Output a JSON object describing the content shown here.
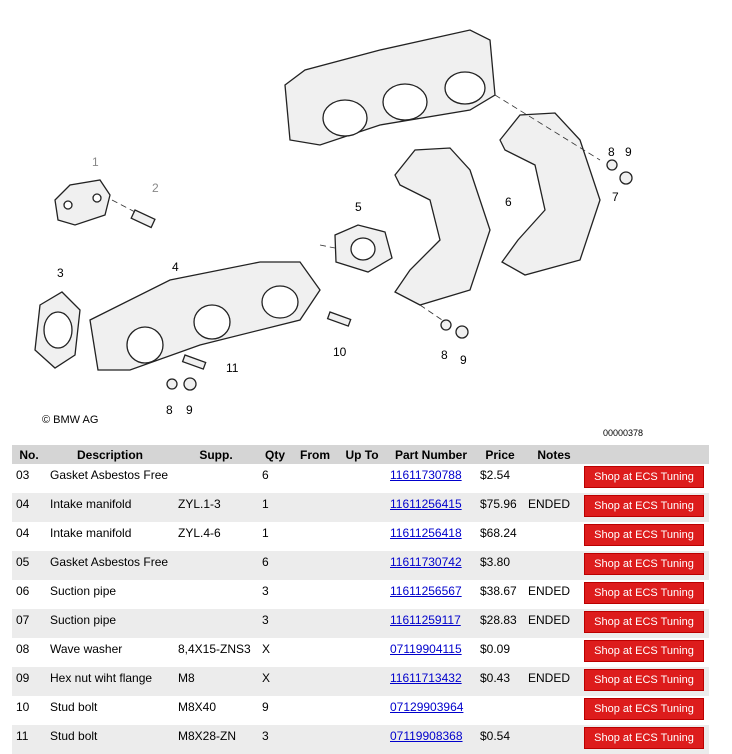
{
  "diagram": {
    "copyright": "© BMW AG",
    "diagram_id": "00000378",
    "callouts": [
      "1",
      "2",
      "3",
      "4",
      "5",
      "6",
      "7",
      "8",
      "9",
      "8",
      "9",
      "8",
      "9",
      "10",
      "11"
    ]
  },
  "table": {
    "headers": [
      "No.",
      "Description",
      "Supp.",
      "Qty",
      "From",
      "Up To",
      "Part Number",
      "Price",
      "Notes",
      ""
    ],
    "shop_label": "Shop at ECS Tuning",
    "rows": [
      {
        "no": "03",
        "desc": "Gasket Asbestos Free",
        "supp": "",
        "qty": "6",
        "from": "",
        "upto": "",
        "part": "11611730788",
        "price": "$2.54",
        "notes": ""
      },
      {
        "no": "04",
        "desc": "Intake manifold",
        "supp": "ZYL.1-3",
        "qty": "1",
        "from": "",
        "upto": "",
        "part": "11611256415",
        "price": "$75.96",
        "notes": "ENDED"
      },
      {
        "no": "04",
        "desc": "Intake manifold",
        "supp": "ZYL.4-6",
        "qty": "1",
        "from": "",
        "upto": "",
        "part": "11611256418",
        "price": "$68.24",
        "notes": ""
      },
      {
        "no": "05",
        "desc": "Gasket Asbestos Free",
        "supp": "",
        "qty": "6",
        "from": "",
        "upto": "",
        "part": "11611730742",
        "price": "$3.80",
        "notes": ""
      },
      {
        "no": "06",
        "desc": "Suction pipe",
        "supp": "",
        "qty": "3",
        "from": "",
        "upto": "",
        "part": "11611256567",
        "price": "$38.67",
        "notes": "ENDED"
      },
      {
        "no": "07",
        "desc": "Suction pipe",
        "supp": "",
        "qty": "3",
        "from": "",
        "upto": "",
        "part": "11611259117",
        "price": "$28.83",
        "notes": "ENDED"
      },
      {
        "no": "08",
        "desc": "Wave washer",
        "supp": "8,4X15-ZNS3",
        "qty": "X",
        "from": "",
        "upto": "",
        "part": "07119904115",
        "price": "$0.09",
        "notes": ""
      },
      {
        "no": "09",
        "desc": "Hex nut wiht flange",
        "supp": "M8",
        "qty": "X",
        "from": "",
        "upto": "",
        "part": "11611713432",
        "price": "$0.43",
        "notes": "ENDED"
      },
      {
        "no": "10",
        "desc": "Stud bolt",
        "supp": "M8X40",
        "qty": "9",
        "from": "",
        "upto": "",
        "part": "07129903964",
        "price": "",
        "notes": ""
      },
      {
        "no": "11",
        "desc": "Stud bolt",
        "supp": "M8X28-ZN",
        "qty": "3",
        "from": "",
        "upto": "",
        "part": "07119908368",
        "price": "$0.54",
        "notes": ""
      }
    ]
  }
}
